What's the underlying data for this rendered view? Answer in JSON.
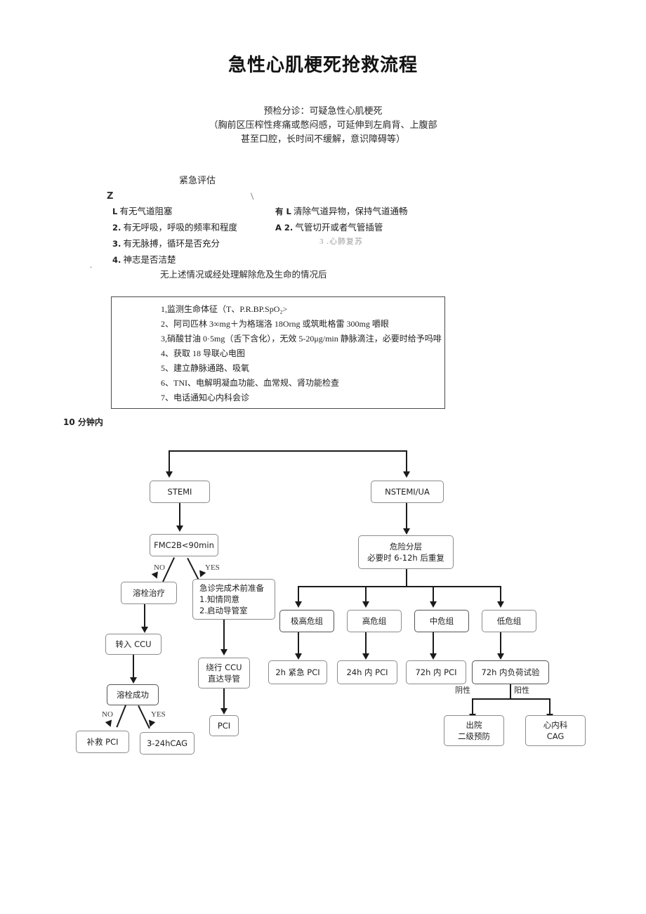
{
  "document": {
    "title": "急性心肌梗死抢救流程"
  },
  "triage": {
    "line1": "预检分诊：可疑急性心肌梗死",
    "line2": "（胸前区压榨性疼痛或憋闷感，可延伸到左肩背、上腹部",
    "line3": "甚至口腔，长时间不缓解，意识障碍等）"
  },
  "assessment": {
    "title": "紧急评估",
    "brace_left": "Z",
    "brace_right": "\\",
    "left_items": [
      {
        "num": "L",
        "text": "有无气道阻塞"
      },
      {
        "num": "2.",
        "text": "有无呼吸，呼吸的频率和程度"
      },
      {
        "num": "3.",
        "text": "有无脉搏，循环是否充分"
      },
      {
        "num": "4.",
        "text": "神志是否洁楚"
      }
    ],
    "right_items": [
      {
        "num": "有 L",
        "text": "清除气道异物，保持气道通畅"
      },
      {
        "num": "A 2.",
        "text": "气管切开或者气管插管"
      }
    ],
    "faint_item": "3 .心肺复苏",
    "dot_mark": ".",
    "after_line": "无上述情况或经处理解除危及生命的情况后"
  },
  "measures": {
    "items": [
      "1,监测生命体征（T、P.R.BP.SpO₂>",
      "2、阿司匹林 3∞mg＋为格瑞洛 18Orng 或筑毗格雷 300mg 嚼眼",
      "3,硝酸甘油 0·5mg（舌下含化），无效 5-20μg/min 静脉滴注，必要时给予吗啡",
      "4、获取 18 导联心电图",
      "5、建立静脉通路、吸氧",
      "6、TNI、电解明凝血功能、血常规、肾功能检查",
      "7、电话通知心内科会诊"
    ],
    "timing_label": "10 分钟内"
  },
  "flow": {
    "nodes": {
      "stemi": "STEMI",
      "nstemi_ua": "NSTEMI/UA",
      "fmc2b": "FMC2B<90min",
      "risk_strat_line1": "危险分层",
      "risk_strat_line2": "必要时 6-12h 后重复",
      "thrombolysis": "溶栓治疗",
      "pre_op_line1": "急诊完成术前准备",
      "pre_op_line2": "1.知情同意",
      "pre_op_line3": "2.启动导管室",
      "transfer_ccu": "转入 CCU",
      "bypass_ccu_line1": "绕行 CCU",
      "bypass_ccu_line2": "直达导管",
      "thrombolysis_success": "溶栓成功",
      "pci": "PCI",
      "rescue_pci": "补救 PCI",
      "cag_3_24h": "3-24hCAG",
      "very_high_risk": "极高危组",
      "high_risk": "高危组",
      "moderate_risk": "中危组",
      "low_risk": "低危组",
      "pci_2h": "2h 紧急 PCI",
      "pci_24h": "24h 内 PCI",
      "pci_72h": "72h 内 PCI",
      "stress_test_72h": "72h 内负荷试验",
      "discharge_line1": "出院",
      "discharge_line2": "二级预防",
      "cardiology_line1": "心内科",
      "cardiology_line2": "CAG"
    },
    "edge_labels": {
      "fmc_no": "NO",
      "fmc_yes": "YES",
      "lysis_no": "NO",
      "lysis_yes": "YES",
      "negative": "阴性",
      "positive": "阳性"
    }
  }
}
